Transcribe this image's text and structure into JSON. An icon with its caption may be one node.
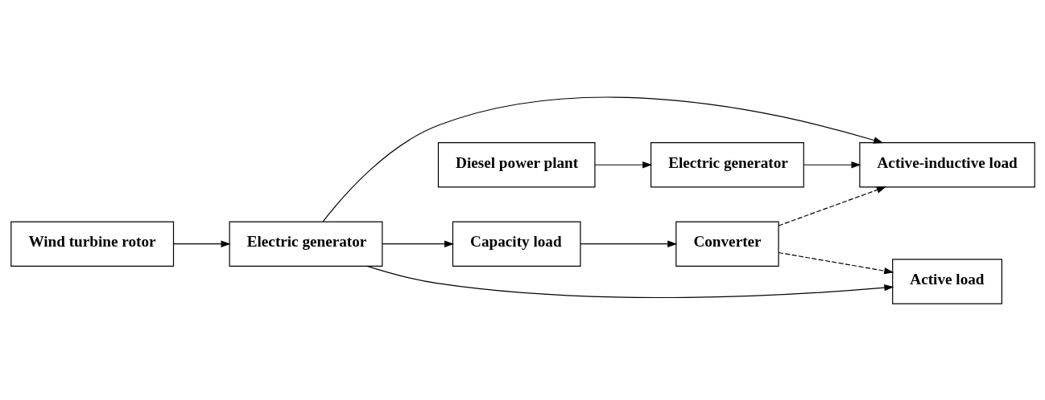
{
  "diagram": {
    "nodes": [
      {
        "text": [
          "Wind turbine rotor"
        ]
      },
      {
        "text": [
          "Electric generator"
        ]
      },
      {
        "text": [
          "Capacity load"
        ]
      },
      {
        "text": [
          "Active load"
        ]
      },
      {
        "text": [
          "Converter"
        ]
      },
      {
        "text": [
          "Diesel power plant"
        ]
      },
      {
        "text": [
          "Electric generator"
        ]
      },
      {
        "text": [
          "Active-inductive load"
        ]
      }
    ],
    "edges": [
      {
        "from": 0,
        "to": 1,
        "arrow": "to"
      },
      {
        "from": 1,
        "to": 2,
        "arrow": "to"
      },
      {
        "from": 1,
        "to": 3,
        "arrow": "to"
      },
      {
        "from": 1,
        "to": 7,
        "arrow": "to"
      },
      {
        "from": 2,
        "to": 4,
        "arrow": "to"
      },
      {
        "from": 4,
        "to": 3,
        "arrow": "to",
        "style": "dashed"
      },
      {
        "from": 4,
        "to": 7,
        "arrow": "to",
        "style": "dashed"
      },
      {
        "from": 5,
        "to": 6,
        "arrow": "to"
      },
      {
        "from": 6,
        "to": 7,
        "arrow": "to"
      }
    ]
  }
}
